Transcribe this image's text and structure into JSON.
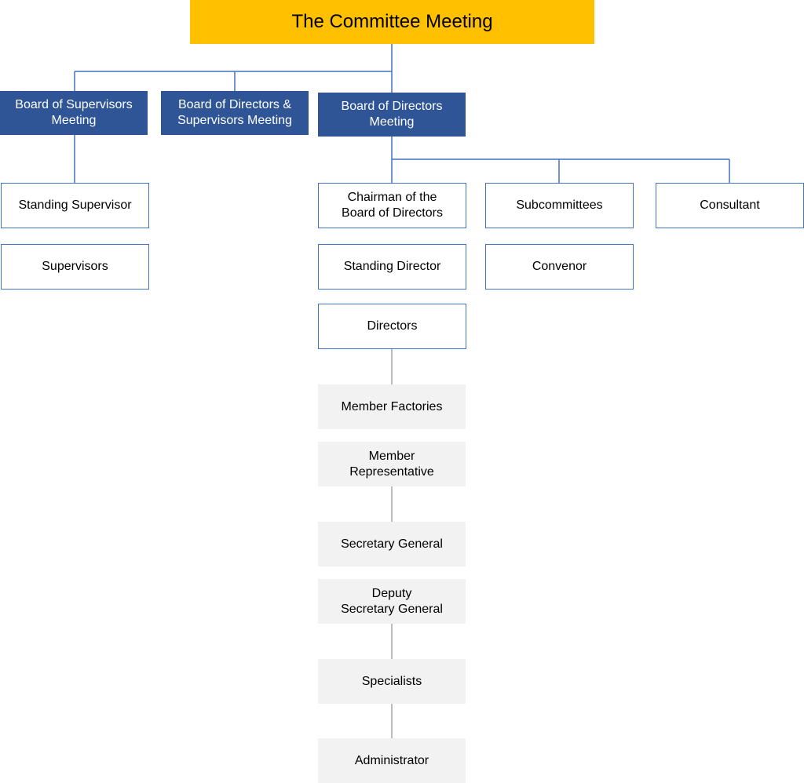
{
  "colors": {
    "top_fill": "#FFC000",
    "board_fill": "#2F5597",
    "outline": "#4472C4",
    "gray_fill": "#F2F2F2",
    "gray_line": "#A6A6A6"
  },
  "nodes": {
    "committee_meeting": "The Committee Meeting",
    "board_supervisors_meeting": "Board of Supervisors\nMeeting",
    "board_directors_supervisors_meeting": "Board of Directors &\nSupervisors Meeting",
    "board_directors_meeting": "Board of Directors\nMeeting",
    "standing_supervisor": "Standing Supervisor",
    "supervisors": "Supervisors",
    "chairman": "Chairman of the\nBoard of Directors",
    "subcommittees": "Subcommittees",
    "consultant": "Consultant",
    "standing_director": "Standing Director",
    "convenor": "Convenor",
    "directors": "Directors",
    "member_factories": "Member Factories",
    "member_representative": "Member\nRepresentative",
    "secretary_general": "Secretary General",
    "deputy_secretary_general": "Deputy\nSecretary General",
    "specialists": "Specialists",
    "administrator": "Administrator"
  }
}
